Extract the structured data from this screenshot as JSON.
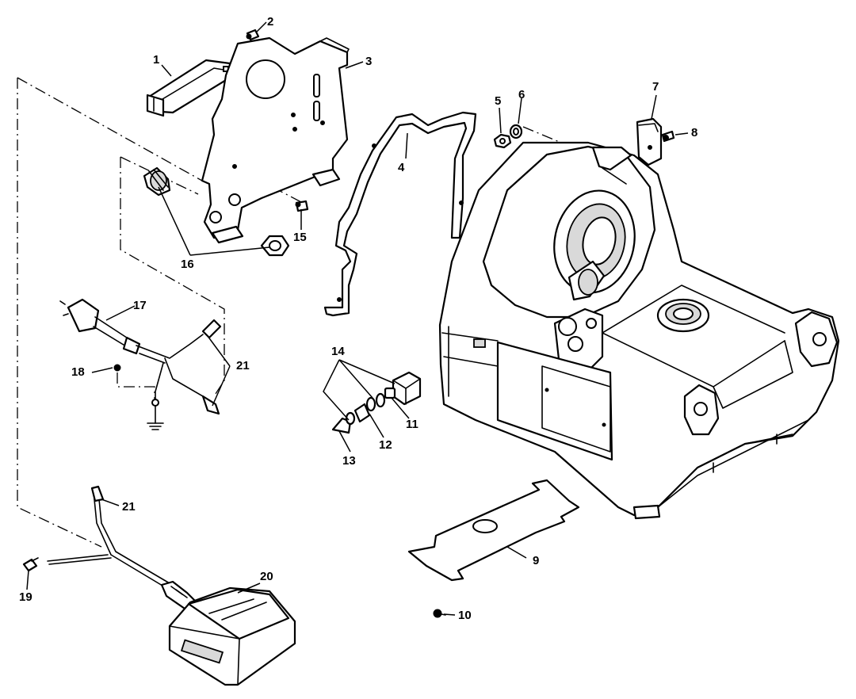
{
  "callouts": [
    {
      "id": "c1",
      "label": "1"
    },
    {
      "id": "c2",
      "label": "2"
    },
    {
      "id": "c3",
      "label": "3"
    },
    {
      "id": "c4",
      "label": "4"
    },
    {
      "id": "c5",
      "label": "5"
    },
    {
      "id": "c6",
      "label": "6"
    },
    {
      "id": "c7",
      "label": "7"
    },
    {
      "id": "c8",
      "label": "8"
    },
    {
      "id": "c9",
      "label": "9"
    },
    {
      "id": "c10",
      "label": "10"
    },
    {
      "id": "c11",
      "label": "11"
    },
    {
      "id": "c12",
      "label": "12"
    },
    {
      "id": "c13",
      "label": "13"
    },
    {
      "id": "c14",
      "label": "14"
    },
    {
      "id": "c15",
      "label": "15"
    },
    {
      "id": "c16",
      "label": "16"
    },
    {
      "id": "c17",
      "label": "17"
    },
    {
      "id": "c18",
      "label": "18"
    },
    {
      "id": "c19",
      "label": "19"
    },
    {
      "id": "c20",
      "label": "20"
    },
    {
      "id": "c21a",
      "label": "21"
    },
    {
      "id": "c21b",
      "label": "21"
    }
  ]
}
